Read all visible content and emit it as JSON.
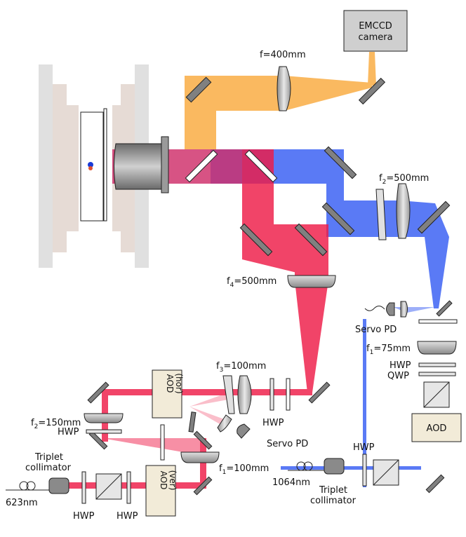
{
  "labels": {
    "camera_line1": "EMCCD",
    "camera_line2": "camera",
    "f400": "f=400mm",
    "f2_500": "f",
    "f2_500_sub": "2",
    "f2_500_tail": "=500mm",
    "f4_500": "f",
    "f4_500_sub": "4",
    "f4_500_tail": "=500mm",
    "servo_pd_right": "Servo PD",
    "f1_75": "f",
    "f1_75_sub": "1",
    "f1_75_tail": "=75mm",
    "hwp_right": "HWP",
    "qwp_right": "QWP",
    "aod_right": "AOD",
    "hwp_right2": "HWP",
    "laser_1064": "1064nm",
    "triplet_right_1": "Triplet",
    "triplet_right_2": "collimator",
    "f3_100": "f",
    "f3_100_sub": "3",
    "f3_100_tail": "=100mm",
    "aod_hor_1": "AOD",
    "aod_hor_2": "(hor)",
    "hwp_mid": "HWP",
    "servo_pd_left": "Servo PD",
    "f2_150": "f",
    "f2_150_sub": "2",
    "f2_150_tail": "=150mm",
    "hwp_left": "HWP",
    "f1_100": "f",
    "f1_100_sub": "1",
    "f1_100_tail": "=100mm",
    "triplet_left_1": "Triplet",
    "triplet_left_2": "collimator",
    "laser_623": "623nm",
    "aod_ver_1": "AOD",
    "aod_ver_2": "(ver)",
    "hwp_bottom_1": "HWP",
    "hwp_bottom_2": "HWP"
  },
  "colors": {
    "red_beam": "#ee1c47",
    "blue_beam": "#2b54f2",
    "orange_beam": "#f9a22b",
    "mirror": "#808080",
    "aod_fill": "#f2ebd8",
    "lens": "#c8c8c8"
  }
}
